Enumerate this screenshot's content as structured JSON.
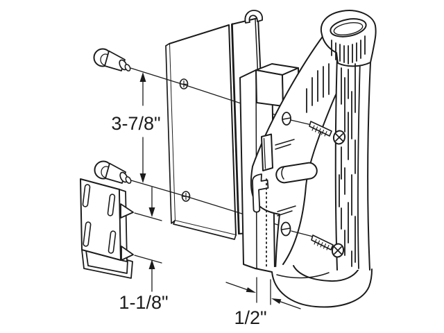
{
  "page": {
    "background_color": "#ffffff"
  },
  "drawing": {
    "ink_color": "#1b1b1b",
    "labels": {
      "screw_spacing": "3-7/8\"",
      "keeper_height": "1-1/8\"",
      "latch_width": "1/2\""
    }
  }
}
